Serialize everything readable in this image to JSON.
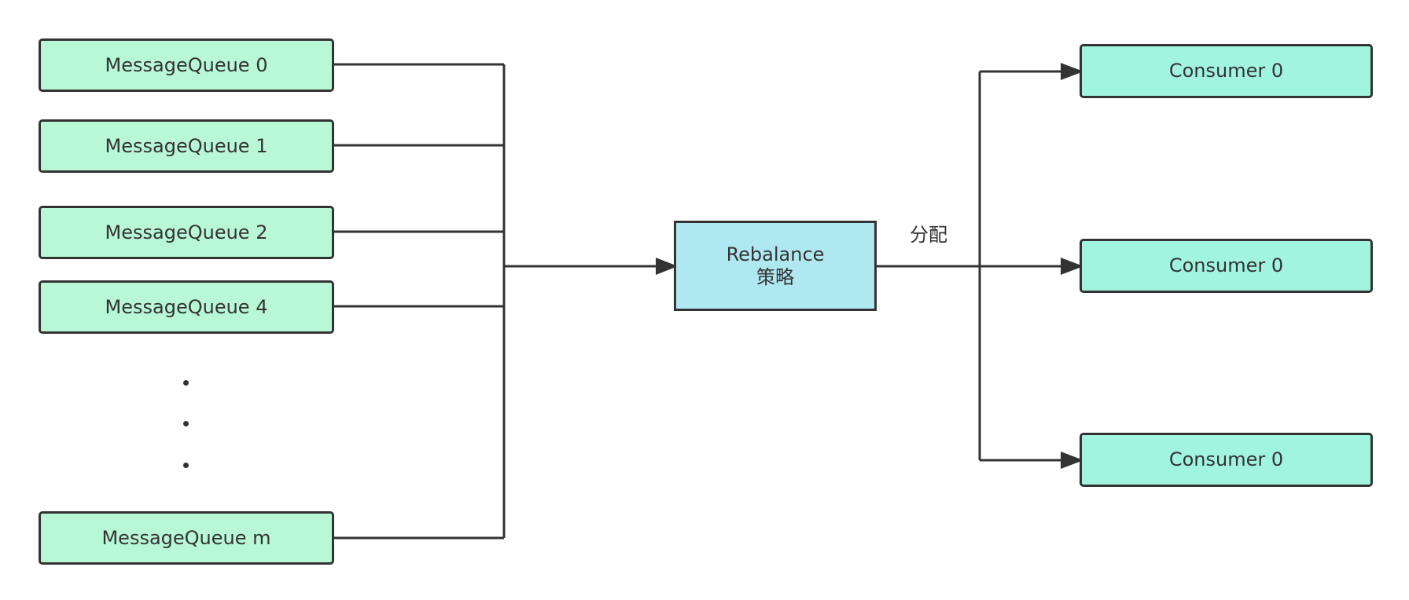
{
  "queues": [
    {
      "label": "MessageQueue 0"
    },
    {
      "label": "MessageQueue 1"
    },
    {
      "label": "MessageQueue 2"
    },
    {
      "label": "MessageQueue 4"
    },
    {
      "label": "MessageQueue m"
    }
  ],
  "strategy": {
    "line1": "Rebalance",
    "line2": "策略"
  },
  "edge_label": "分配",
  "consumers": [
    {
      "label": "Consumer 0"
    },
    {
      "label": "Consumer 0"
    },
    {
      "label": "Consumer 0"
    }
  ],
  "colors": {
    "queue_fill": "#b9f8d6",
    "consumer_fill": "#a1f5de",
    "strategy_fill": "#b0e8f1",
    "stroke": "#333333"
  }
}
